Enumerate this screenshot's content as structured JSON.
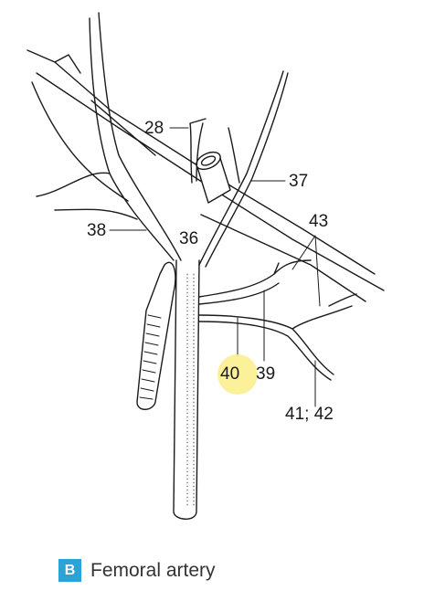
{
  "labels": {
    "l28": "28",
    "l37": "37",
    "l38": "38",
    "l36": "36",
    "l43": "43",
    "l40": "40",
    "l39": "39",
    "l4142": "41; 42"
  },
  "caption": {
    "badge": "B",
    "title": "Femoral artery"
  },
  "colors": {
    "badge": "#2aa3d6",
    "highlight": "#fbee8a",
    "stroke": "#1a1a1a"
  }
}
